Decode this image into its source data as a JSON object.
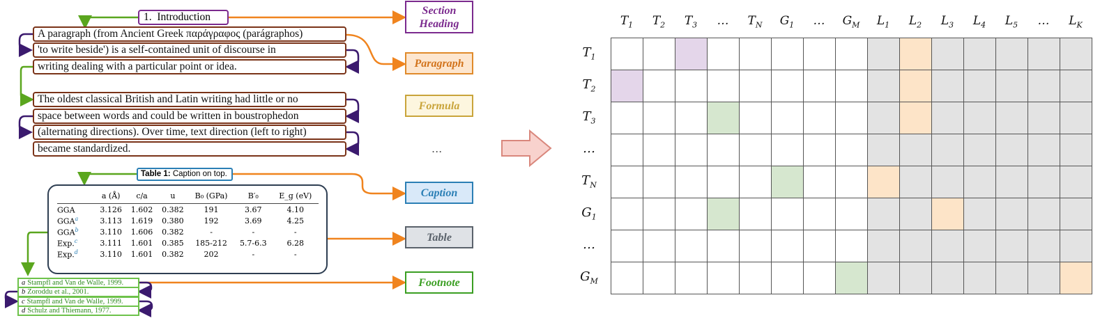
{
  "document": {
    "section_heading": {
      "number": "1.",
      "title": "Introduction"
    },
    "paragraph1_lines": [
      "A paragraph (from Ancient Greek παράγραφος (parágraphos)",
      "'to write beside') is a self-contained unit of discourse in",
      "writing dealing with a particular point or idea."
    ],
    "paragraph2_lines": [
      "The oldest classical British and Latin writing had little or no",
      "space between words and could be written in boustrophedon",
      "(alternating directions). Over time, text direction (left to right)",
      "became standardized."
    ],
    "caption": {
      "bold": "Table 1:",
      "text": "Caption on top."
    },
    "table": {
      "headers": [
        "",
        "a (Å)",
        "c/a",
        "u",
        "B₀ (GPa)",
        "B′₀",
        "E_g (eV)"
      ],
      "rows": [
        {
          "name": "GGA",
          "sup": "",
          "values": [
            "3.126",
            "1.602",
            "0.382",
            "191",
            "3.67",
            "4.10"
          ]
        },
        {
          "name": "GGA",
          "sup": "a",
          "values": [
            "3.113",
            "1.619",
            "0.380",
            "192",
            "3.69",
            "4.25"
          ]
        },
        {
          "name": "GGA",
          "sup": "b",
          "values": [
            "3.110",
            "1.606",
            "0.382",
            "-",
            "-",
            "-"
          ]
        },
        {
          "name": "Exp.",
          "sup": "c",
          "values": [
            "3.111",
            "1.601",
            "0.385",
            "185-212",
            "5.7-6.3",
            "6.28"
          ]
        },
        {
          "name": "Exp.",
          "sup": "d",
          "values": [
            "3.110",
            "1.601",
            "0.382",
            "202",
            "-",
            "-"
          ]
        }
      ]
    },
    "footnotes": [
      {
        "mark": "a",
        "text": "Stampfl and Van de Walle, 1999."
      },
      {
        "mark": "b",
        "text": "Zoroddu et al., 2001."
      },
      {
        "mark": "c",
        "text": "Stampfl and Van de Walle, 1999."
      },
      {
        "mark": "d",
        "text": "Schulz and Thiemann, 1977."
      }
    ]
  },
  "labels": [
    {
      "key": "section",
      "text": "Section Heading",
      "border": "#7b2a8e",
      "fill": "#ffffff",
      "color": "#7b2a8e"
    },
    {
      "key": "paragraph",
      "text": "Paragraph",
      "border": "#e08a2a",
      "fill": "#fde6cf",
      "color": "#d2731c"
    },
    {
      "key": "formula",
      "text": "Formula",
      "border": "#c9a43a",
      "fill": "#fdf6df",
      "color": "#c9a43a"
    },
    {
      "key": "caption",
      "text": "Caption",
      "border": "#2b7fb5",
      "fill": "#d9e9f9",
      "color": "#2b7fb5"
    },
    {
      "key": "table",
      "text": "Table",
      "border": "#5a626b",
      "fill": "#dfe2e6",
      "color": "#5a626b"
    },
    {
      "key": "footnote",
      "text": "Footnote",
      "border": "#3a9e22",
      "fill": "#ffffff",
      "color": "#3a9e22"
    }
  ],
  "ellipsis": "...",
  "matrix": {
    "columns": [
      {
        "b": "T",
        "s": "1"
      },
      {
        "b": "T",
        "s": "2"
      },
      {
        "b": "T",
        "s": "3"
      },
      {
        "b": "…",
        "s": ""
      },
      {
        "b": "T",
        "s": "N"
      },
      {
        "b": "G",
        "s": "1"
      },
      {
        "b": "…",
        "s": ""
      },
      {
        "b": "G",
        "s": "M"
      },
      {
        "b": "L",
        "s": "1"
      },
      {
        "b": "L",
        "s": "2"
      },
      {
        "b": "L",
        "s": "3"
      },
      {
        "b": "L",
        "s": "4"
      },
      {
        "b": "L",
        "s": "5"
      },
      {
        "b": "…",
        "s": ""
      },
      {
        "b": "L",
        "s": "K"
      }
    ],
    "rows": [
      {
        "b": "T",
        "s": "1"
      },
      {
        "b": "T",
        "s": "2"
      },
      {
        "b": "T",
        "s": "3"
      },
      {
        "b": "…",
        "s": ""
      },
      {
        "b": "T",
        "s": "N"
      },
      {
        "b": "G",
        "s": "1"
      },
      {
        "b": "…",
        "s": ""
      },
      {
        "b": "G",
        "s": "M"
      }
    ],
    "label_columns_start": 8,
    "colors": {
      "purple": "#e4d6ea",
      "green": "#d6e7cf",
      "orange": "#fde4c8",
      "gray": "#e3e3e3",
      "white": "#ffffff",
      "line": "#555555"
    },
    "highlights": [
      {
        "row": 0,
        "col": 2,
        "color": "purple"
      },
      {
        "row": 1,
        "col": 0,
        "color": "purple"
      },
      {
        "row": 2,
        "col": 3,
        "color": "green"
      },
      {
        "row": 4,
        "col": 5,
        "color": "green"
      },
      {
        "row": 5,
        "col": 3,
        "color": "green"
      },
      {
        "row": 7,
        "col": 7,
        "color": "green"
      },
      {
        "row": 0,
        "col": 9,
        "color": "orange"
      },
      {
        "row": 1,
        "col": 9,
        "color": "orange"
      },
      {
        "row": 2,
        "col": 9,
        "color": "orange"
      },
      {
        "row": 4,
        "col": 8,
        "color": "orange"
      },
      {
        "row": 5,
        "col": 10,
        "color": "orange"
      },
      {
        "row": 7,
        "col": 14,
        "color": "orange"
      }
    ]
  }
}
